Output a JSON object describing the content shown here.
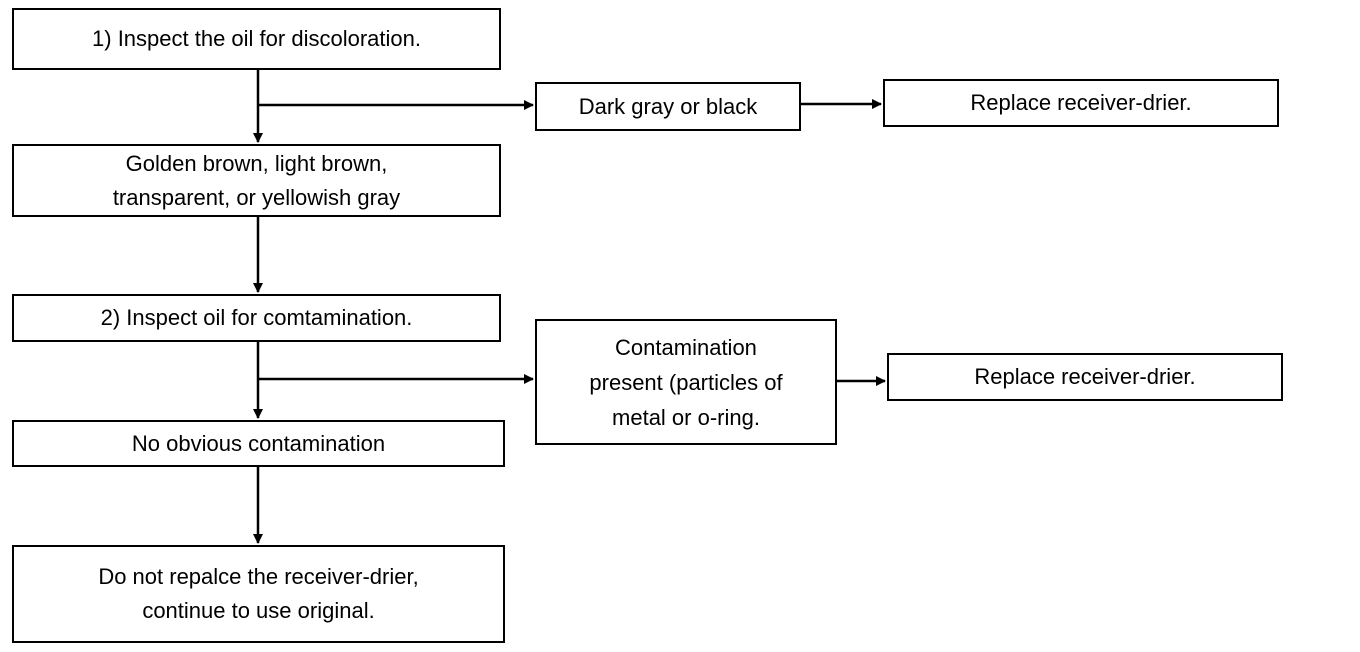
{
  "flowchart": {
    "step1": "1) Inspect the oil for discoloration.",
    "dark": "Dark gray or black",
    "replace1": "Replace receiver-drier.",
    "golden": [
      "Golden brown, light brown,",
      "transparent, or yellowish gray"
    ],
    "step2": "2) Inspect oil for comtamination.",
    "contamination": [
      "Contamination",
      "present (particles of",
      "metal or o-ring."
    ],
    "replace2": "Replace receiver-drier.",
    "no_contamination": "No obvious contamination",
    "final": [
      "Do not repalce the receiver-drier,",
      "continue to use original."
    ]
  },
  "colors": {
    "line": "#000000",
    "box_border": "#000000",
    "background": "#ffffff"
  }
}
